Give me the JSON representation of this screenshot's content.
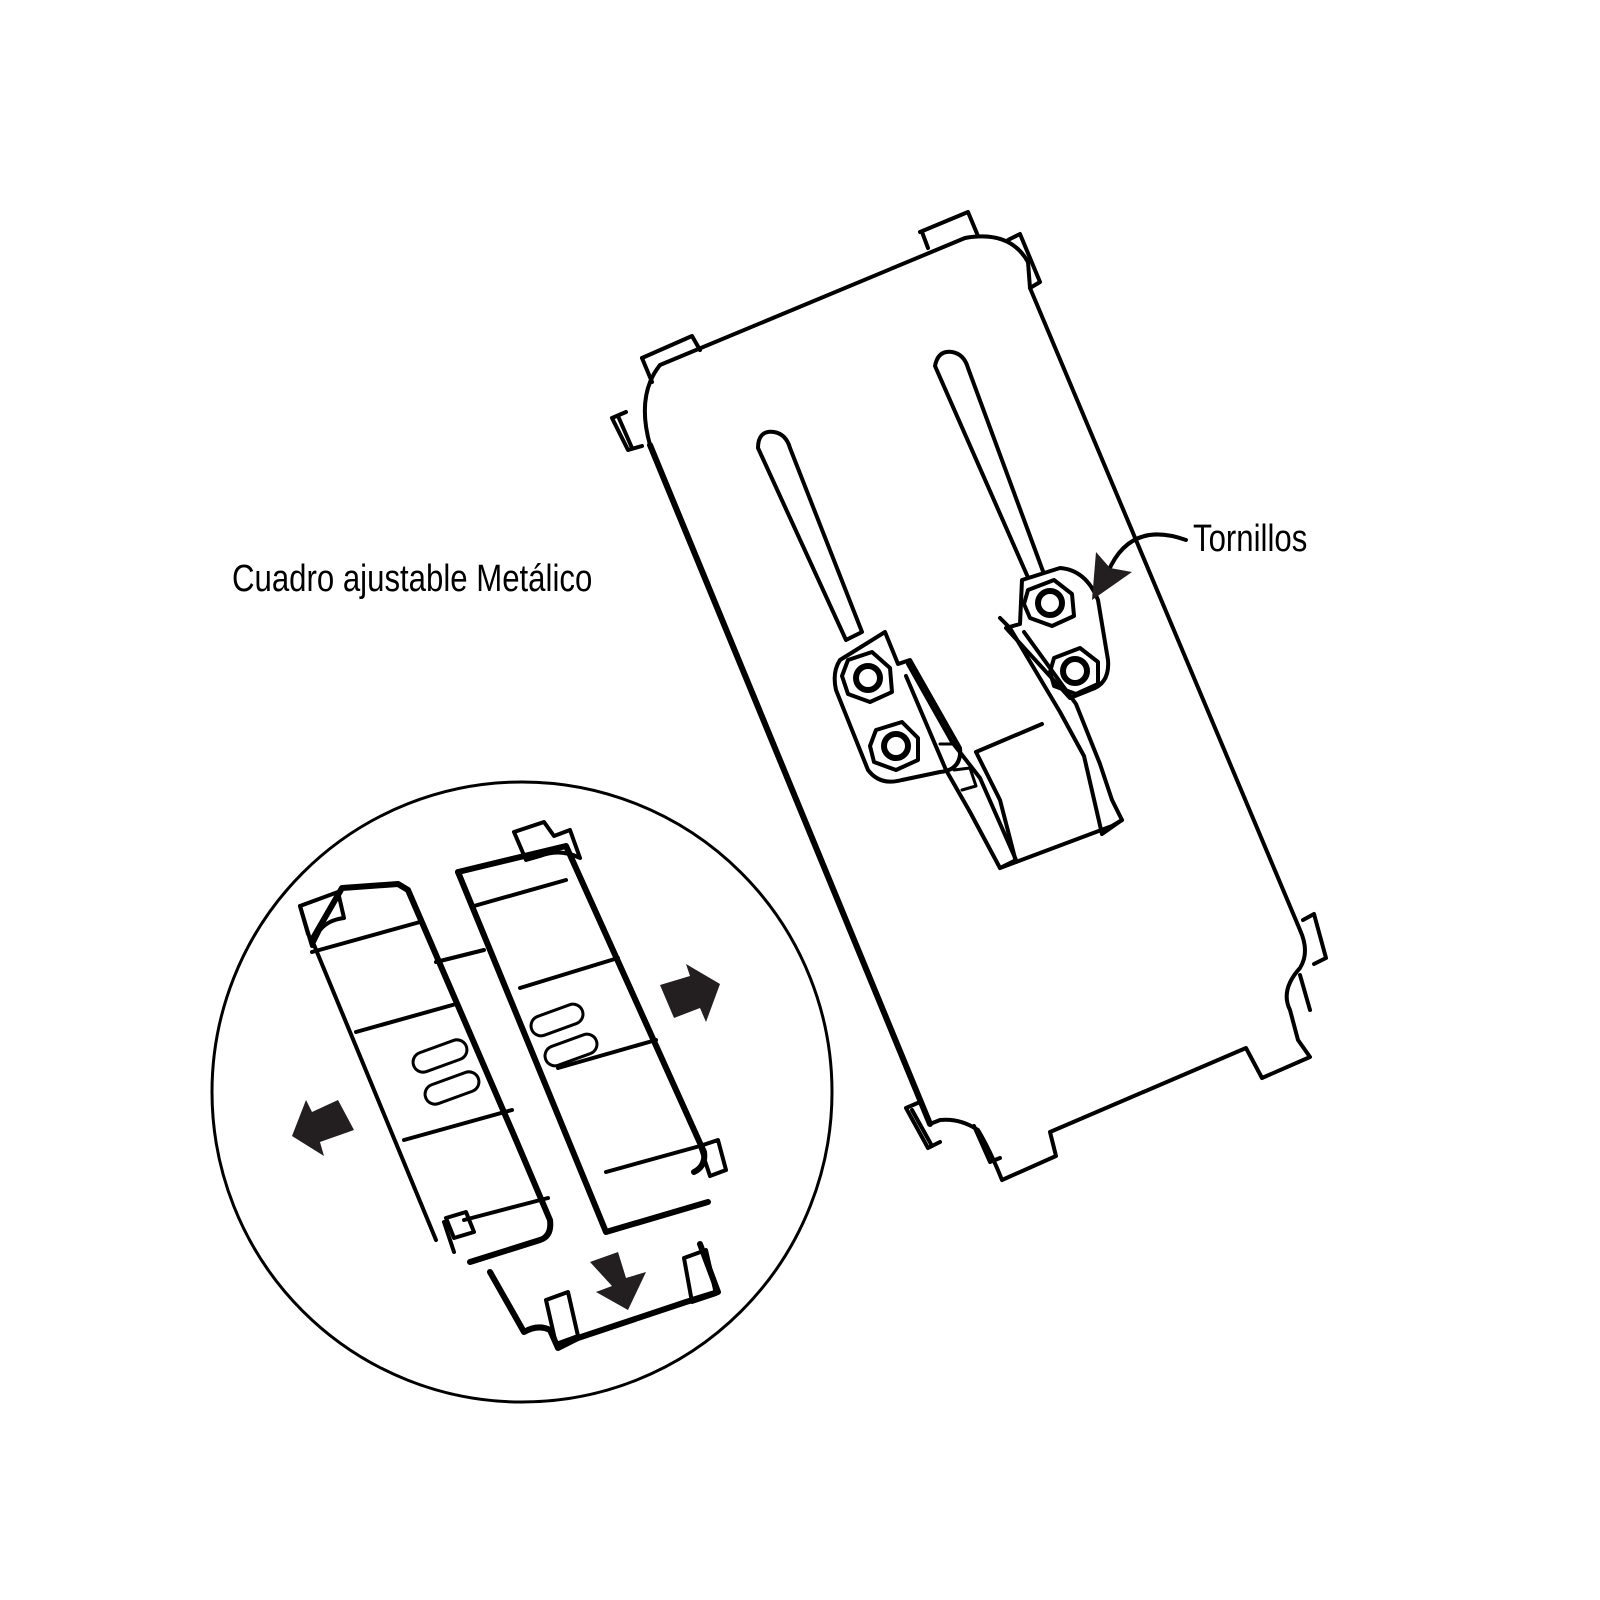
{
  "diagram": {
    "labels": {
      "main_label": "Cuadro ajustable Metálico",
      "screws_label": "Tornillos"
    },
    "components": {
      "plate": "adjustable metal mounting plate with two slots",
      "screws": "hex nuts on two brackets (4 total)",
      "detail_circle": "detail view of two sliding brackets with directional arrows"
    },
    "arrows": {
      "detail_view": [
        "left",
        "right",
        "down"
      ],
      "screws_pointer": "curved arrow pointing to screws"
    },
    "colors": {
      "line": "#000000",
      "arrow_fill": "#231f20",
      "background": "#ffffff"
    }
  }
}
